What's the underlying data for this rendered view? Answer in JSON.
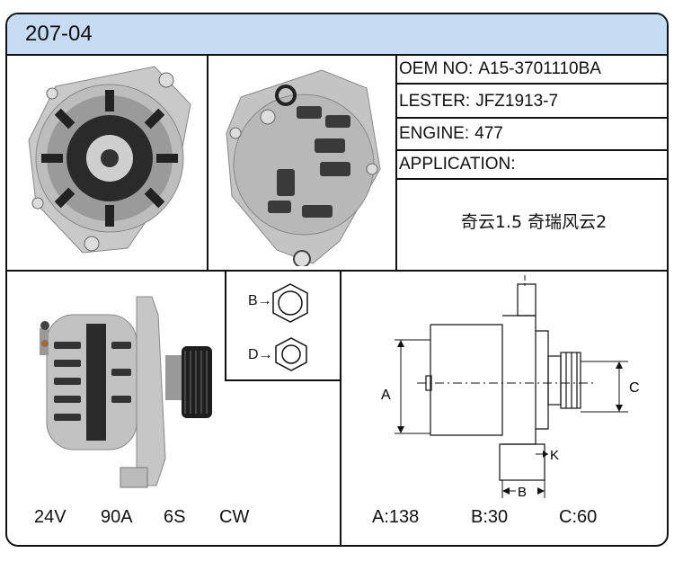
{
  "header": {
    "title": "207-04"
  },
  "info": {
    "oem_label": "OEM NO:",
    "oem_value": "A15-3701110BA",
    "lester_label": "LESTER:",
    "lester_value": "JFZ1913-7",
    "engine_label": "ENGINE:",
    "engine_value": "477",
    "application_label": "APPLICATION:",
    "application_value": "奇云1.5  奇瑞风云2"
  },
  "specs": {
    "voltage": "24V",
    "current": "90A",
    "pulley": "6S",
    "rotation": "CW"
  },
  "terminals": {
    "b_label": "B",
    "d_label": "D"
  },
  "dimensions": {
    "a_label": "A",
    "b_label": "B",
    "c_label": "C",
    "k_label": "K",
    "a_value": "A:138",
    "b_value": "B:30",
    "c_value": "C:60"
  },
  "colors": {
    "header_bg": "#c6dcf2",
    "border": "#111111"
  }
}
